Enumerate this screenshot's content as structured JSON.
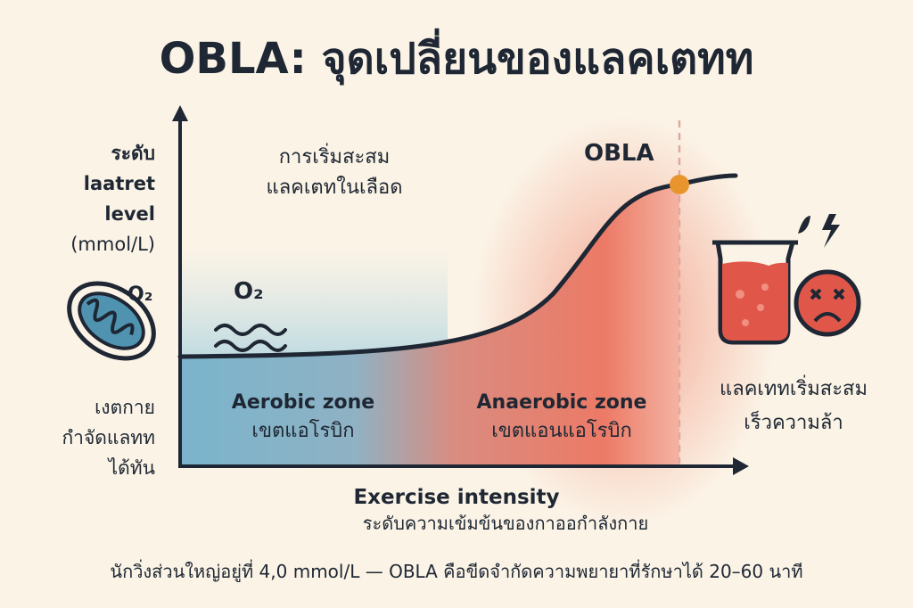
{
  "title": "OBLA: จุดเปลี่ยนของแลคเตทท",
  "y_axis_label": [
    "ระดับ",
    "laatret",
    "level",
    "(mmol/L)"
  ],
  "body_clearance_text": [
    "เงตกาย",
    "กำจัดแลทท",
    "ได้ทัน"
  ],
  "accumulation_start_text": [
    "การเริ่มสะสม",
    "แลคเตทในเลือด"
  ],
  "o2_label": "O₂",
  "aerobic_zone": {
    "en": "Aerobic zone",
    "th": "เขตแอโรบิก"
  },
  "anaerobic_zone": {
    "en": "Anaerobic zone",
    "th": "เขตแอนแอโรบิก"
  },
  "obla_label": "OBLA",
  "fatigue_text": [
    "แลคเททเริ่มสะสม",
    "เร็วความล้า"
  ],
  "x_axis_label": {
    "en": "Exercise intensity",
    "th": "ระดับความเข้มข้นของกาออกำลังกาย"
  },
  "footer": "นักวิ่งส่วนใหญ่อยู่ที่ 4,0 mmol/L — OBLA คือขีดจำกัดความพยายาที่รักษาได้ 20–60 นาที",
  "colors": {
    "aerobic": "#7ab4cc",
    "anaerobic": "#e8705c",
    "obla_dot": "#e8952e",
    "ink": "#1e2733"
  }
}
